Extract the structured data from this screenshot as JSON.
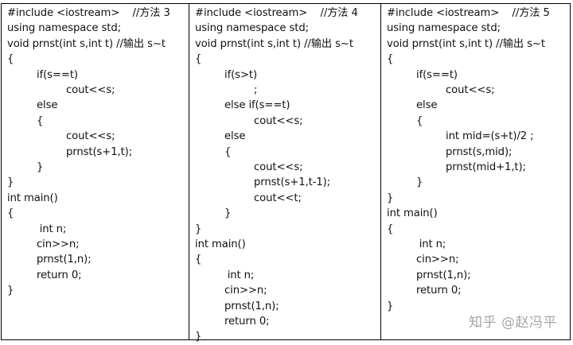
{
  "columns": [
    {
      "lines": [
        {
          "text": "#include <iostream>    //方法 3",
          "indent": 0
        },
        {
          "text": "using namespace std;",
          "indent": 0
        },
        {
          "text": "void prnst(int s,int t) //输出 s~t",
          "indent": 0
        },
        {
          "text": "{",
          "indent": 0
        },
        {
          "text": "if(s==t)",
          "indent": 1
        },
        {
          "text": "cout<<s;",
          "indent": 2
        },
        {
          "text": "else",
          "indent": 1
        },
        {
          "text": "{",
          "indent": 1
        },
        {
          "text": "cout<<s;",
          "indent": 2
        },
        {
          "text": "prnst(s+1,t);",
          "indent": 2
        },
        {
          "text": "}",
          "indent": 1
        },
        {
          "text": "}",
          "indent": 0
        },
        {
          "text": "int main()",
          "indent": 0
        },
        {
          "text": "{",
          "indent": 0
        },
        {
          "text": "int n;",
          "indent": 1.1
        },
        {
          "text": "cin>>n;",
          "indent": 1
        },
        {
          "text": "prnst(1,n);",
          "indent": 1
        },
        {
          "text": "return 0;",
          "indent": 1
        },
        {
          "text": "}",
          "indent": 0
        }
      ]
    },
    {
      "lines": [
        {
          "text": "#include <iostream>    //方法 4",
          "indent": 0
        },
        {
          "text": "using namespace std;",
          "indent": 0
        },
        {
          "text": "void prnst(int s,int t) //输出 s~t",
          "indent": 0
        },
        {
          "text": "{",
          "indent": 0
        },
        {
          "text": "if(s>t)",
          "indent": 1
        },
        {
          "text": ";",
          "indent": 2
        },
        {
          "text": "else if(s==t)",
          "indent": 1
        },
        {
          "text": "cout<<s;",
          "indent": 2
        },
        {
          "text": "else",
          "indent": 1
        },
        {
          "text": "{",
          "indent": 1
        },
        {
          "text": "cout<<s;",
          "indent": 2
        },
        {
          "text": "prnst(s+1,t-1);",
          "indent": 2
        },
        {
          "text": "cout<<t;",
          "indent": 2
        },
        {
          "text": "}",
          "indent": 1
        },
        {
          "text": "}",
          "indent": 0
        },
        {
          "text": "int main()",
          "indent": 0
        },
        {
          "text": "{",
          "indent": 0
        },
        {
          "text": "int n;",
          "indent": 1.1
        },
        {
          "text": "cin>>n;",
          "indent": 1
        },
        {
          "text": "prnst(1,n);",
          "indent": 1
        },
        {
          "text": "return 0;",
          "indent": 1
        },
        {
          "text": "}",
          "indent": 0
        }
      ]
    },
    {
      "lines": [
        {
          "text": "#include <iostream>    //方法 5",
          "indent": 0
        },
        {
          "text": "using namespace std;",
          "indent": 0
        },
        {
          "text": "void prnst(int s,int t) //输出 s~t",
          "indent": 0
        },
        {
          "text": "{",
          "indent": 0
        },
        {
          "text": "if(s==t)",
          "indent": 1
        },
        {
          "text": "cout<<s;",
          "indent": 2
        },
        {
          "text": "else",
          "indent": 1
        },
        {
          "text": "{",
          "indent": 1
        },
        {
          "text": "int mid=(s+t)/2 ;",
          "indent": 2
        },
        {
          "text": "prnst(s,mid);",
          "indent": 2
        },
        {
          "text": "prnst(mid+1,t);",
          "indent": 2
        },
        {
          "text": "}",
          "indent": 1
        },
        {
          "text": "}",
          "indent": 0
        },
        {
          "text": "int main()",
          "indent": 0
        },
        {
          "text": "{",
          "indent": 0
        },
        {
          "text": "int n;",
          "indent": 1.1
        },
        {
          "text": "cin>>n;",
          "indent": 1
        },
        {
          "text": "prnst(1,n);",
          "indent": 1
        },
        {
          "text": "return 0;",
          "indent": 1
        },
        {
          "text": "}",
          "indent": 0
        }
      ]
    }
  ],
  "watermark": "知乎 @赵冯平"
}
